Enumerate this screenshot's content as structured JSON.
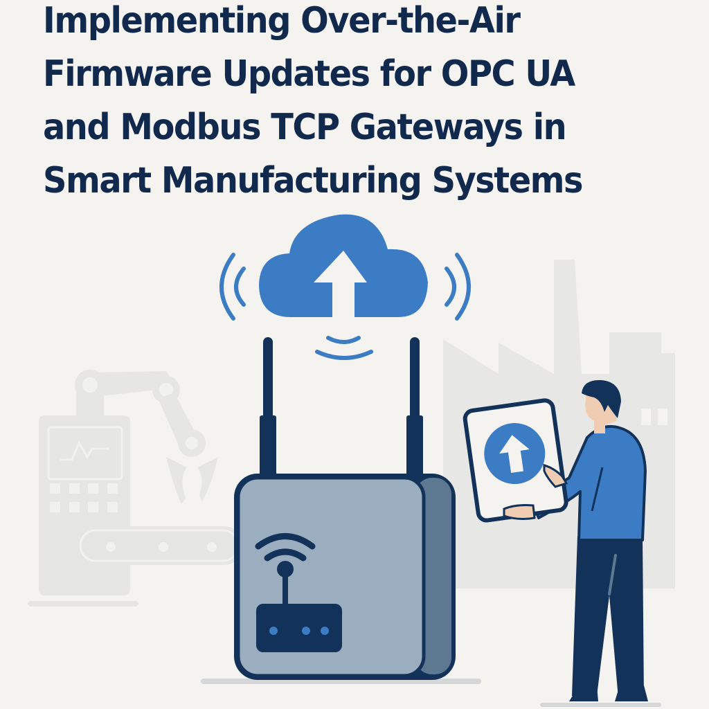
{
  "title": {
    "lines": [
      "Implementing Over-the-Air",
      "Firmware Updates for OPC UA",
      "and Modbus TCP Gateways in",
      "Smart Manufacturing Systems"
    ]
  },
  "illustration": {
    "elements": [
      "cloud-upload-icon",
      "wireless-signal-icon",
      "gateway-device",
      "wifi-icon",
      "router-icon",
      "technician-figure",
      "tablet-upload-icon",
      "robotic-arm-background",
      "factory-background",
      "conveyor-belt-background"
    ]
  },
  "colors": {
    "background": "#f4f3ef",
    "title": "#10294d",
    "accent_blue": "#3b7cc4",
    "navy": "#13325a",
    "device_face": "#9aaebf",
    "device_side": "#5d7891",
    "background_shapes": "#e6e6e4",
    "skin": "#f0cdb2"
  }
}
